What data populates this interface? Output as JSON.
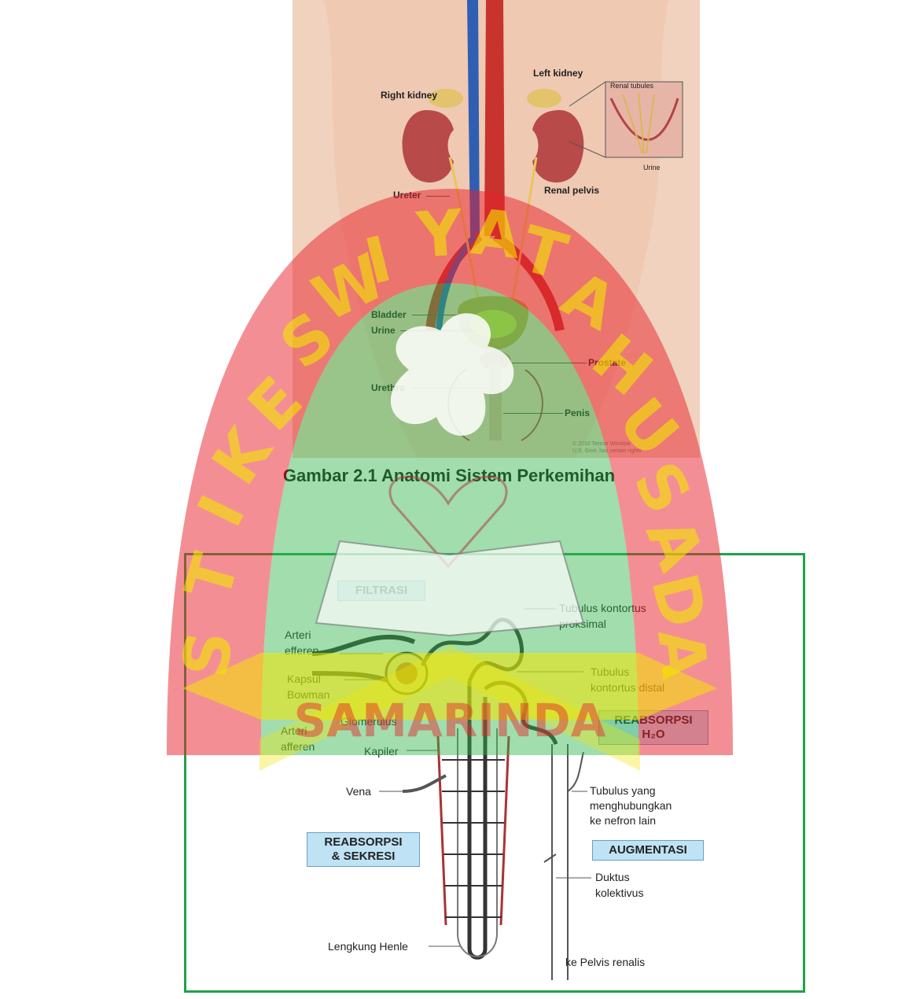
{
  "figure1": {
    "labels": {
      "right_kidney": "Right kidney",
      "left_kidney": "Left kidney",
      "renal_tubules": "Renal tubules",
      "urine_inset": "Urine",
      "ureter": "Ureter",
      "renal_pelvis": "Renal pelvis",
      "bladder": "Bladder",
      "urine": "Urine",
      "prostate": "Prostate",
      "urethra": "Urethra",
      "penis": "Penis"
    },
    "credit_line1": "© 2010 Terese Winslow",
    "credit_line2": "U.S. Govt. has certain rights"
  },
  "caption": "Gambar 2.1 Anatomi Sistem Perkemihan",
  "figure2": {
    "boxes": {
      "filtrasi": "FILTRASI",
      "reabsorpsi_h2o_line1": "REABSORPSI",
      "reabsorpsi_h2o_line2": "H₂O",
      "reabsorpsi_sekresi_line1": "REABSORPSI",
      "reabsorpsi_sekresi_line2": "& SEKRESI",
      "augmentasi": "AUGMENTASI"
    },
    "labels": {
      "tubulus_proksimal_1": "Tubulus kontortus",
      "tubulus_proksimal_2": "proksimal",
      "arteri_efferen_1": "Arteri",
      "arteri_efferen_2": "efferen",
      "kapsul_1": "Kapsul",
      "kapsul_2": "Bowman",
      "tubulus_distal_1": "Tubulus",
      "tubulus_distal_2": "kontortus distal",
      "glomerulus": "Glomerulus",
      "arteri_afferen_1": "Arteri",
      "arteri_afferen_2": "afferen",
      "kapiler": "Kapiler",
      "vena": "Vena",
      "tubulus_yang_1": "Tubulus yang",
      "tubulus_yang_2": "menghubungkan",
      "tubulus_yang_3": "ke nefron lain",
      "duktus_1": "Duktus",
      "duktus_2": "kolektivus",
      "lengkung_henle": "Lengkung Henle",
      "ke_pelvis": "ke Pelvis renalis"
    }
  },
  "watermark": {
    "letters": [
      "S",
      "T",
      "I",
      "K",
      "E",
      "S",
      "W",
      "I",
      "Y",
      "A",
      "T",
      "A",
      "H",
      "U",
      "S",
      "A",
      "D",
      "A"
    ],
    "banner_text": "SAMARINDA",
    "colors": {
      "red": "#e8202a",
      "yellow": "#f3e600",
      "green": "#2fb34a"
    }
  }
}
